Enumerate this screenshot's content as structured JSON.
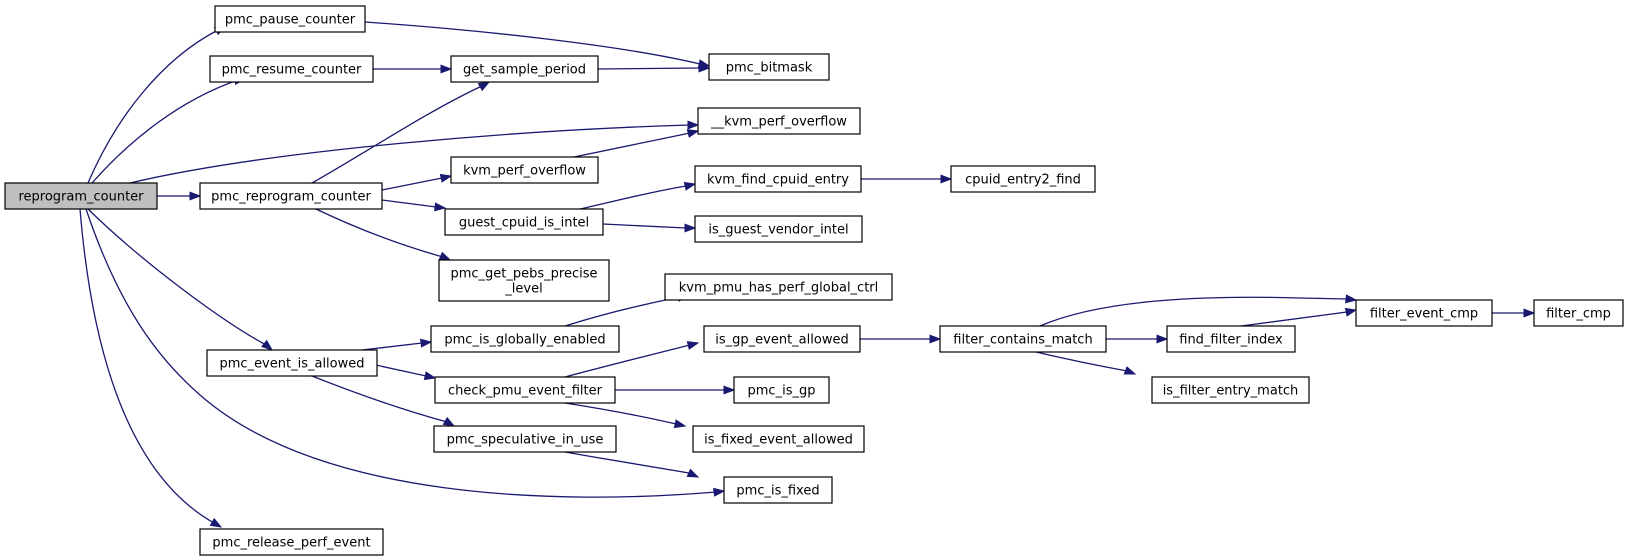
{
  "graph": {
    "nodes": [
      {
        "id": "reprogram_counter",
        "lines": [
          "reprogram_counter"
        ],
        "root": true
      },
      {
        "id": "pmc_pause_counter",
        "lines": [
          "pmc_pause_counter"
        ]
      },
      {
        "id": "pmc_resume_counter",
        "lines": [
          "pmc_resume_counter"
        ]
      },
      {
        "id": "get_sample_period",
        "lines": [
          "get_sample_period"
        ]
      },
      {
        "id": "pmc_bitmask",
        "lines": [
          "pmc_bitmask"
        ]
      },
      {
        "id": "__kvm_perf_overflow",
        "lines": [
          "__kvm_perf_overflow"
        ]
      },
      {
        "id": "kvm_perf_overflow",
        "lines": [
          "kvm_perf_overflow"
        ]
      },
      {
        "id": "pmc_reprogram_counter",
        "lines": [
          "pmc_reprogram_counter"
        ]
      },
      {
        "id": "kvm_find_cpuid_entry",
        "lines": [
          "kvm_find_cpuid_entry"
        ]
      },
      {
        "id": "cpuid_entry2_find",
        "lines": [
          "cpuid_entry2_find"
        ]
      },
      {
        "id": "guest_cpuid_is_intel",
        "lines": [
          "guest_cpuid_is_intel"
        ]
      },
      {
        "id": "is_guest_vendor_intel",
        "lines": [
          "is_guest_vendor_intel"
        ]
      },
      {
        "id": "pmc_get_pebs_precise_level",
        "lines": [
          "pmc_get_pebs_precise",
          "_level"
        ]
      },
      {
        "id": "kvm_pmu_has_perf_global_ctrl",
        "lines": [
          "kvm_pmu_has_perf_global_ctrl"
        ]
      },
      {
        "id": "pmc_is_globally_enabled",
        "lines": [
          "pmc_is_globally_enabled"
        ]
      },
      {
        "id": "is_gp_event_allowed",
        "lines": [
          "is_gp_event_allowed"
        ]
      },
      {
        "id": "filter_contains_match",
        "lines": [
          "filter_contains_match"
        ]
      },
      {
        "id": "find_filter_index",
        "lines": [
          "find_filter_index"
        ]
      },
      {
        "id": "filter_event_cmp",
        "lines": [
          "filter_event_cmp"
        ]
      },
      {
        "id": "filter_cmp",
        "lines": [
          "filter_cmp"
        ]
      },
      {
        "id": "pmc_event_is_allowed",
        "lines": [
          "pmc_event_is_allowed"
        ]
      },
      {
        "id": "check_pmu_event_filter",
        "lines": [
          "check_pmu_event_filter"
        ]
      },
      {
        "id": "pmc_is_gp",
        "lines": [
          "pmc_is_gp"
        ]
      },
      {
        "id": "is_filter_entry_match",
        "lines": [
          "is_filter_entry_match"
        ]
      },
      {
        "id": "pmc_speculative_in_use",
        "lines": [
          "pmc_speculative_in_use"
        ]
      },
      {
        "id": "is_fixed_event_allowed",
        "lines": [
          "is_fixed_event_allowed"
        ]
      },
      {
        "id": "pmc_is_fixed",
        "lines": [
          "pmc_is_fixed"
        ]
      },
      {
        "id": "pmc_release_perf_event",
        "lines": [
          "pmc_release_perf_event"
        ]
      }
    ],
    "edges": [
      [
        "reprogram_counter",
        "pmc_pause_counter"
      ],
      [
        "reprogram_counter",
        "pmc_resume_counter"
      ],
      [
        "reprogram_counter",
        "__kvm_perf_overflow"
      ],
      [
        "reprogram_counter",
        "pmc_reprogram_counter"
      ],
      [
        "reprogram_counter",
        "pmc_event_is_allowed"
      ],
      [
        "reprogram_counter",
        "pmc_is_fixed"
      ],
      [
        "reprogram_counter",
        "pmc_release_perf_event"
      ],
      [
        "pmc_pause_counter",
        "pmc_bitmask"
      ],
      [
        "pmc_resume_counter",
        "get_sample_period"
      ],
      [
        "get_sample_period",
        "pmc_bitmask"
      ],
      [
        "pmc_reprogram_counter",
        "get_sample_period"
      ],
      [
        "pmc_reprogram_counter",
        "kvm_perf_overflow"
      ],
      [
        "pmc_reprogram_counter",
        "guest_cpuid_is_intel"
      ],
      [
        "pmc_reprogram_counter",
        "pmc_get_pebs_precise_level"
      ],
      [
        "kvm_perf_overflow",
        "__kvm_perf_overflow"
      ],
      [
        "guest_cpuid_is_intel",
        "kvm_find_cpuid_entry"
      ],
      [
        "guest_cpuid_is_intel",
        "is_guest_vendor_intel"
      ],
      [
        "kvm_find_cpuid_entry",
        "cpuid_entry2_find"
      ],
      [
        "pmc_event_is_allowed",
        "pmc_is_globally_enabled"
      ],
      [
        "pmc_event_is_allowed",
        "check_pmu_event_filter"
      ],
      [
        "pmc_event_is_allowed",
        "pmc_speculative_in_use"
      ],
      [
        "pmc_is_globally_enabled",
        "kvm_pmu_has_perf_global_ctrl"
      ],
      [
        "check_pmu_event_filter",
        "is_gp_event_allowed"
      ],
      [
        "check_pmu_event_filter",
        "pmc_is_gp"
      ],
      [
        "check_pmu_event_filter",
        "is_fixed_event_allowed"
      ],
      [
        "pmc_speculative_in_use",
        "pmc_is_fixed"
      ],
      [
        "is_gp_event_allowed",
        "filter_contains_match"
      ],
      [
        "filter_contains_match",
        "filter_event_cmp"
      ],
      [
        "filter_contains_match",
        "find_filter_index"
      ],
      [
        "filter_contains_match",
        "is_filter_entry_match"
      ],
      [
        "find_filter_index",
        "filter_event_cmp"
      ],
      [
        "filter_event_cmp",
        "filter_cmp"
      ]
    ]
  }
}
